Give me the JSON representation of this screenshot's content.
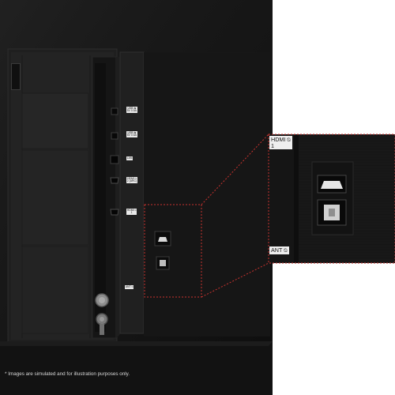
{
  "labels": {
    "usb_top": "USB ⇋\n5V 0.5A",
    "usb_bottom": "USB ⇋\n5V 0.5A",
    "lan": "LAN",
    "hdmi2": "HDMI ⍉\n2 (ARC)",
    "hdmi1": "HDMI ⍉\n1",
    "ant": "ANT ⍉",
    "zoom_hdmi": "HDMI ⍉\n1",
    "zoom_ant": "ANT ⍉"
  },
  "disclaimer": "* Images are simulated and for illustration purposes only.",
  "colors": {
    "panel": "#1b1b1b",
    "panel_dark": "#111111",
    "callout_line": "#c8322e",
    "label_bg": "#e9e9e9"
  },
  "icons": [
    "hdmi-port-icon",
    "optical-port-icon",
    "coax-antenna-icon"
  ]
}
